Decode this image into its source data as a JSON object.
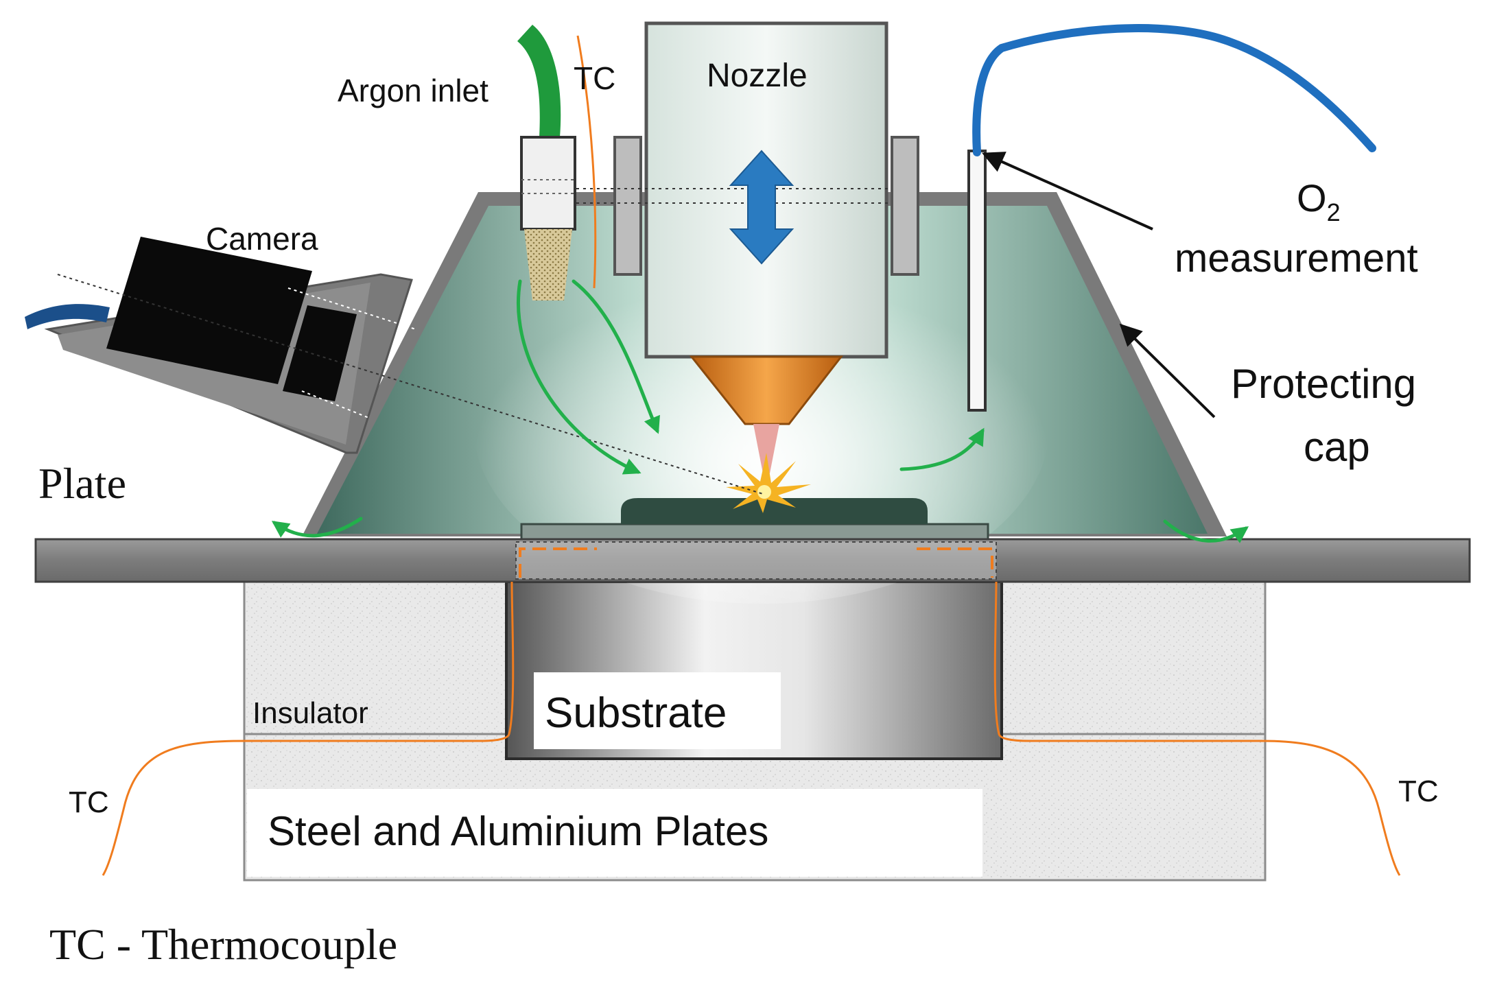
{
  "labels": {
    "argon_inlet": "Argon inlet",
    "tc_top": "TC",
    "nozzle": "Nozzle",
    "o2_main": "O",
    "o2_sub": "2",
    "o2_second_line": "measurement",
    "camera": "Camera",
    "protecting_line1": "Protecting",
    "protecting_line2": "cap",
    "plate": "Plate",
    "insulator": "Insulator",
    "substrate": "Substrate",
    "tc_left": "TC",
    "tc_right": "TC",
    "steel_plates": "Steel and Aluminium Plates",
    "legend": "TC - Thermocouple"
  },
  "colors": {
    "cap_fill": "#a9c9bd",
    "cap_frame": "#6e6e6e",
    "argon_hose": "#1f9a3c",
    "o2_hose": "#1f6fbf",
    "flow_arrow": "#22b04b",
    "thermocouple_wire": "#f07c1e",
    "nozzle_tip": "#e0851e",
    "motion_arrow": "#2a7bc1"
  }
}
